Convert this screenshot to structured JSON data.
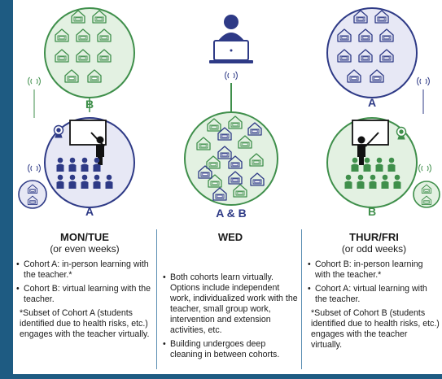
{
  "colors": {
    "green": "#3f8f4b",
    "green_fill": "#e3f1e2",
    "navy": "#2e3a86",
    "navy_fill": "#e7e8f5",
    "edge": "#1e5b82"
  },
  "labels": {
    "left_top": "B",
    "left_bottom": "A",
    "center": "A & B",
    "right_top": "A",
    "right_bottom": "B"
  },
  "columns": [
    {
      "title": "MON/TUE",
      "subtitle": "(or even weeks)",
      "bullets": [
        "Cohort A: in-person learning with the teacher.*",
        "Cohort B: virtual learning with the teacher."
      ],
      "note": "*Subset of Cohort A (students identified due to health risks, etc.) engages with the teacher virtually."
    },
    {
      "title": "WED",
      "subtitle": "",
      "bullets": [
        "Both cohorts learn virtually. Options include independent work, individualized work with the teacher, small group work, intervention and extension activities, etc.",
        "Building undergoes deep cleaning in between cohorts."
      ],
      "note": ""
    },
    {
      "title": "THUR/FRI",
      "subtitle": "(or odd weeks)",
      "bullets": [
        "Cohort B: in-person learning with the teacher.*",
        "Cohort A: virtual learning with the teacher."
      ],
      "note": "*Subset of Cohort B (students identified due to health risks, etc.) engages with the teacher virtually."
    }
  ]
}
